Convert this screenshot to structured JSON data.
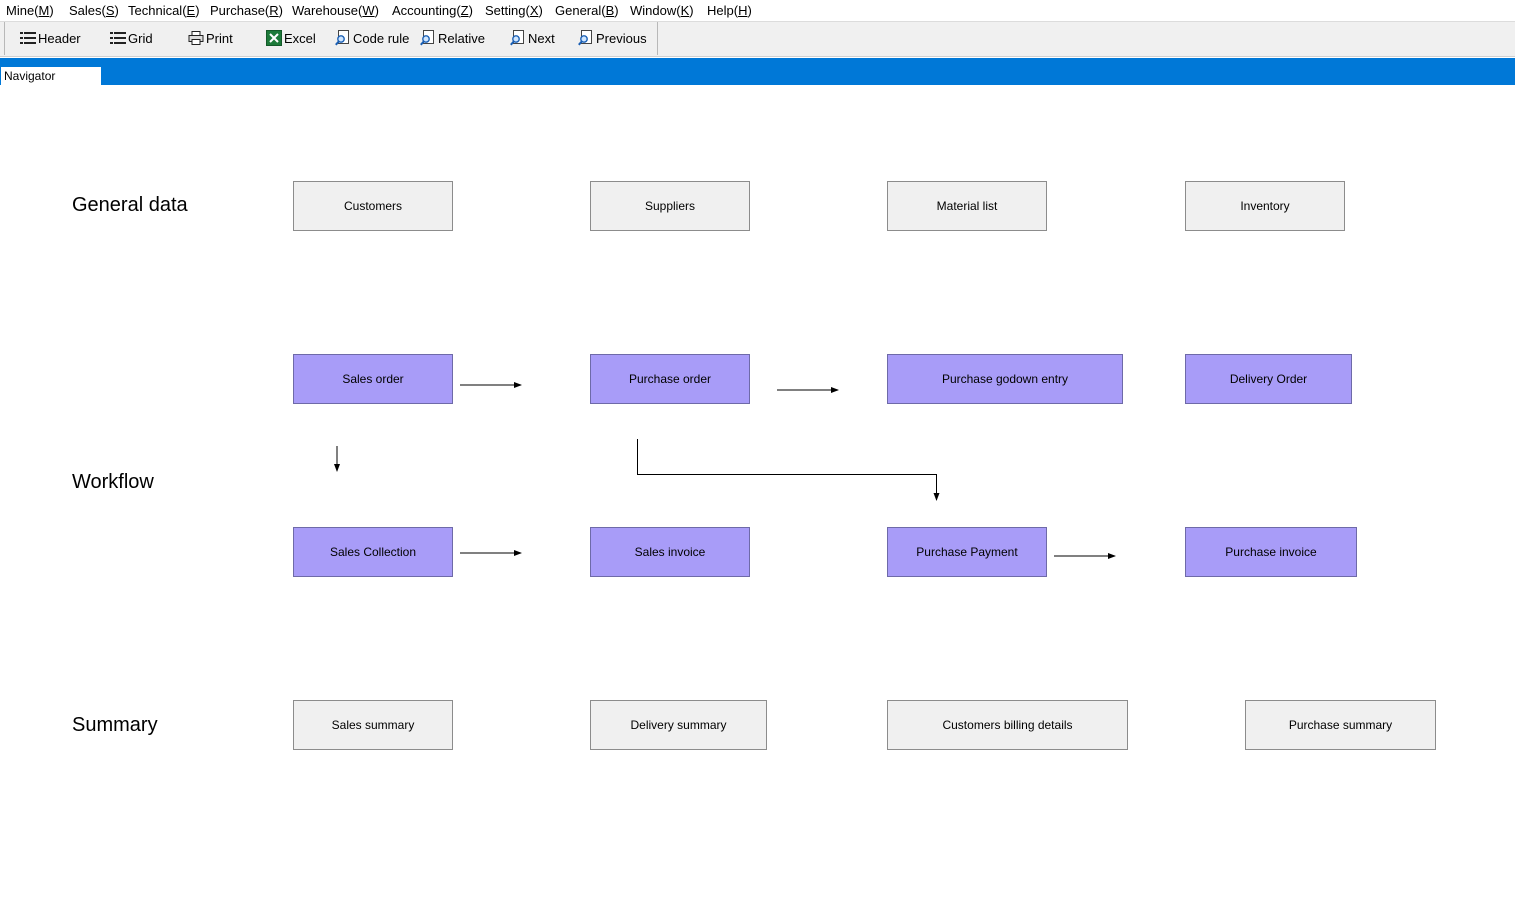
{
  "menu": [
    {
      "label": "Mine(",
      "key": "M",
      "close": ")"
    },
    {
      "label": "Sales(",
      "key": "S",
      "close": ")"
    },
    {
      "label": "Technical(",
      "key": "E",
      "close": ")"
    },
    {
      "label": "Purchase(",
      "key": "R",
      "close": ")"
    },
    {
      "label": "Warehouse(",
      "key": "W",
      "close": ")"
    },
    {
      "label": "Accounting(",
      "key": "Z",
      "close": ")"
    },
    {
      "label": "Setting(",
      "key": "X",
      "close": ")"
    },
    {
      "label": "General(",
      "key": "B",
      "close": ")"
    },
    {
      "label": "Window(",
      "key": "K",
      "close": ")"
    },
    {
      "label": "Help(",
      "key": "H",
      "close": ")"
    }
  ],
  "toolbar": {
    "header": "Header",
    "grid": "Grid",
    "print": "Print",
    "excel": "Excel",
    "code_rule": "Code rule",
    "relative": "Relative",
    "next": "Next",
    "previous": "Previous"
  },
  "tab": {
    "label": "Navigator"
  },
  "colors": {
    "tab_bar": "#0078d7",
    "workflow_box": "#a89cf8",
    "data_box": "#f0f0f0",
    "excel_icon": "#1d7a3a"
  },
  "sections": {
    "general": "General data",
    "workflow": "Workflow",
    "summary": "Summary"
  },
  "general_boxes": {
    "customers": "Customers",
    "suppliers": "Suppliers",
    "material_list": "Material list",
    "inventory": "Inventory"
  },
  "workflow_boxes": {
    "sales_order": "Sales order",
    "purchase_order": "Purchase order",
    "purchase_godown_entry": "Purchase godown entry",
    "delivery_order": "Delivery Order",
    "sales_collection": "Sales Collection",
    "sales_invoice": "Sales invoice",
    "purchase_payment": "Purchase Payment",
    "purchase_invoice": "Purchase invoice"
  },
  "summary_boxes": {
    "sales_summary": "Sales summary",
    "delivery_summary": "Delivery summary",
    "customers_billing_details": "Customers billing details",
    "purchase_summary": "Purchase summary"
  }
}
